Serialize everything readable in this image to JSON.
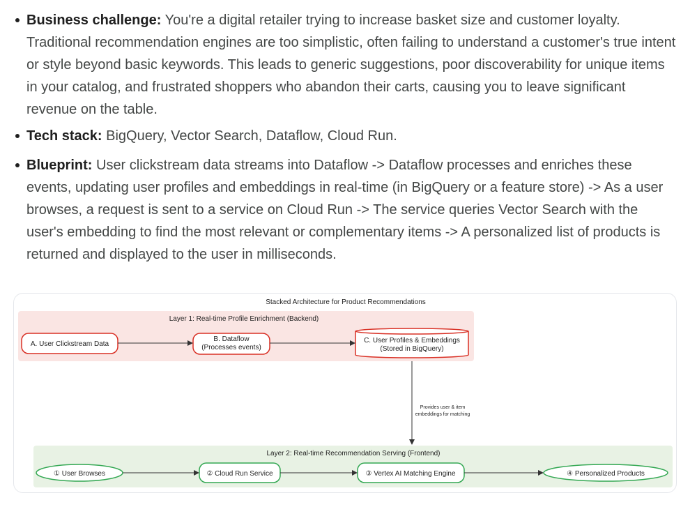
{
  "bullets": [
    {
      "label": "Business challenge:",
      "text": " You're a digital retailer trying to increase basket size and customer loyalty. Traditional recommendation engines are too simplistic, often failing to understand a customer's true intent or style beyond basic keywords. This leads to generic suggestions, poor discoverability for unique items in your catalog, and frustrated shoppers who abandon their carts, causing you to leave significant revenue on the table."
    },
    {
      "label": "Tech stack:",
      "text": " BigQuery, Vector Search, Dataflow, Cloud Run."
    },
    {
      "label": "Blueprint:",
      "text": " User clickstream data streams into Dataflow -> Dataflow processes and enriches these events, updating user profiles and embeddings in real-time (in BigQuery or a feature store) -> As a user browses, a request is sent to a service on Cloud Run -> The service queries Vector Search with the user's embedding to find the most relevant or complementary items -> A personalized list of products is returned and displayed to the user in milliseconds."
    }
  ],
  "diagram": {
    "title": "Stacked Architecture for Product Recommendations",
    "layer1": {
      "title": "Layer 1: Real-time Profile Enrichment (Backend)",
      "fill": "#fae5e3",
      "node_stroke": "#d93025",
      "nodes": {
        "a": "A. User Clickstream Data",
        "b_line1": "B. Dataflow",
        "b_line2": "(Processes events)",
        "c_line1": "C. User Profiles & Embeddings",
        "c_line2": "(Stored in BigQuery)"
      }
    },
    "connector": {
      "line1": "Provides user & item",
      "line2": "embeddings for matching"
    },
    "layer2": {
      "title": "Layer 2: Real-time Recommendation Serving (Frontend)",
      "fill": "#e8f2e4",
      "node_stroke": "#34a853",
      "nodes": {
        "n1": "① User Browses",
        "n2": "② Cloud Run Service",
        "n3": "③ Vertex AI Matching Engine",
        "n4": "④ Personalized Products"
      }
    }
  }
}
